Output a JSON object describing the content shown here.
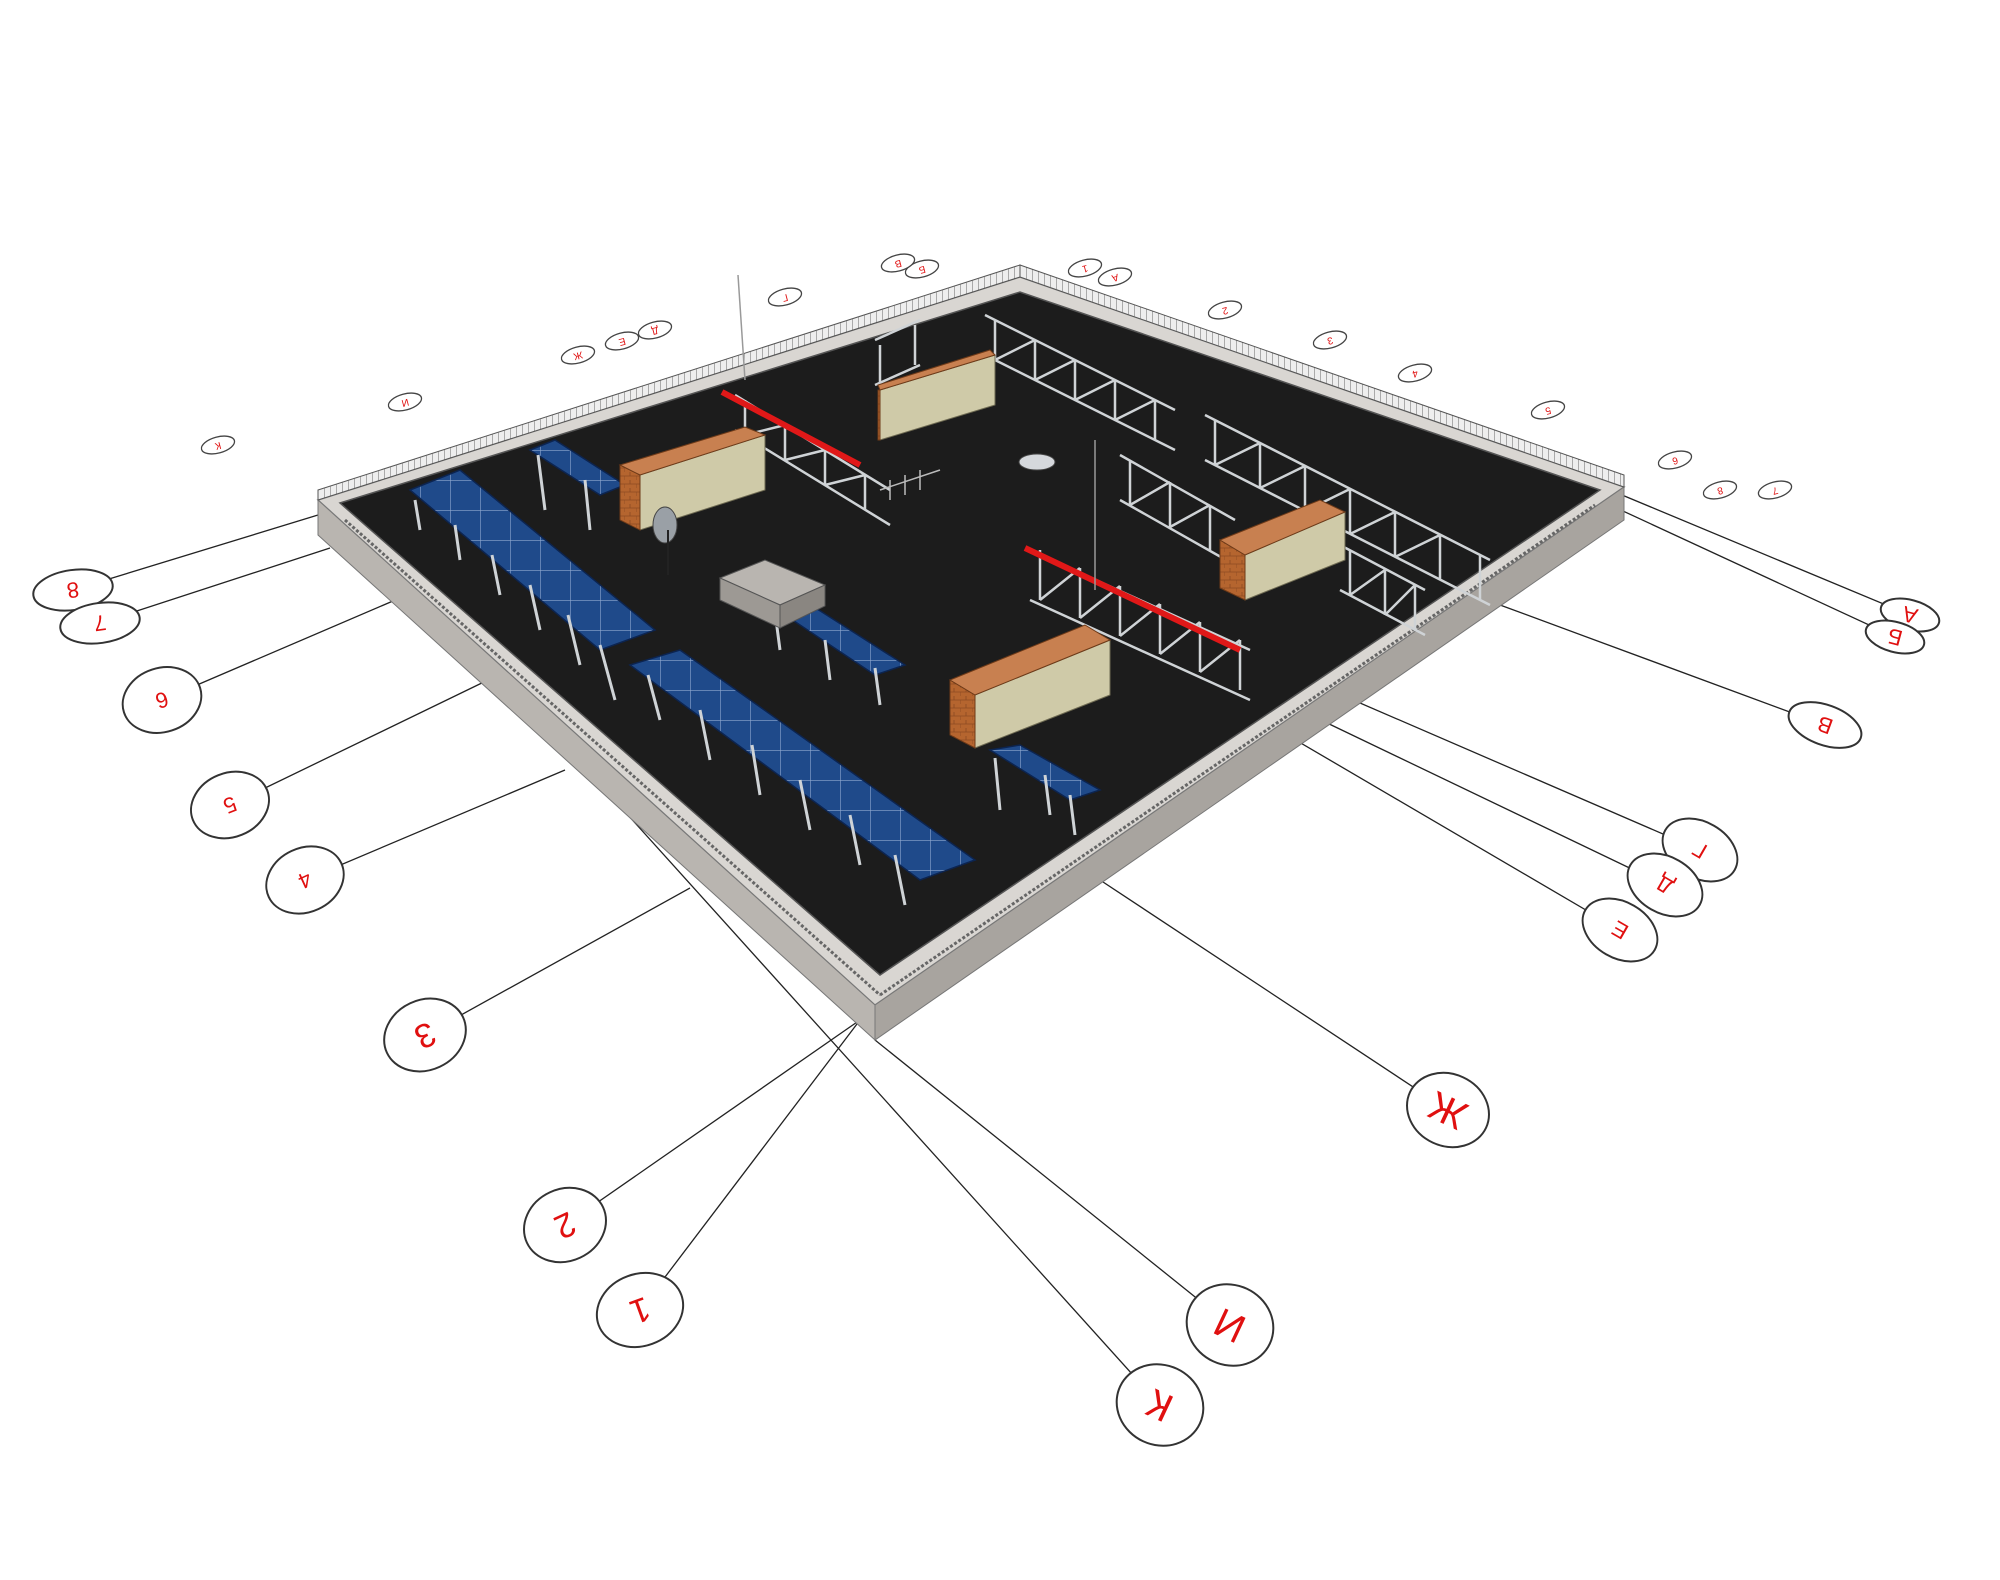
{
  "axes": {
    "near_left": [
      "8",
      "7",
      "6",
      "5",
      "4",
      "3",
      "2",
      "1"
    ],
    "near_right": [
      "А",
      "Б",
      "В",
      "Г",
      "Д",
      "Е",
      "Ж",
      "И",
      "К"
    ],
    "far_top": [
      "8",
      "7",
      "6",
      "5",
      "4",
      "3",
      "2",
      "1",
      "А",
      "Б",
      "В",
      "Г",
      "Д",
      "Е",
      "Ж",
      "И",
      "К"
    ]
  },
  "colors": {
    "roof": "#1c1c1c",
    "parapet_top": "#d9d6d2",
    "parapet_side": "#b9b5b0",
    "solar_panel": "#1f4a8a",
    "warning_bar": "#e01818",
    "brick": "#b5652f",
    "plaster": "#cfcaa8",
    "label": "#e01010"
  }
}
